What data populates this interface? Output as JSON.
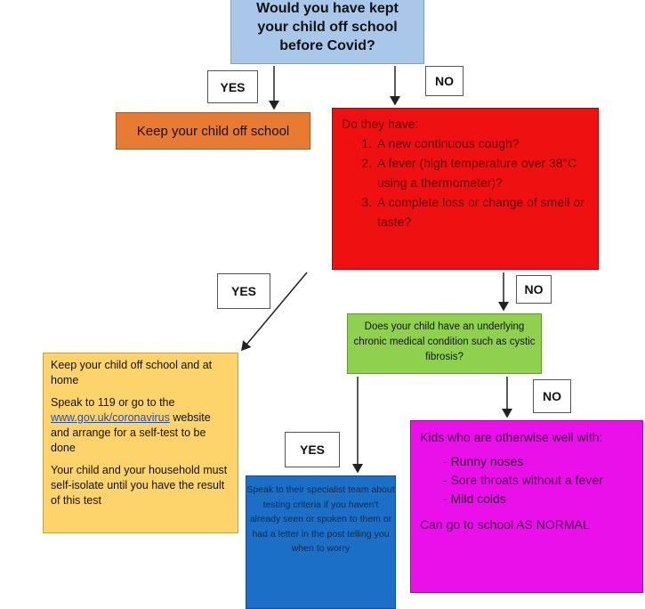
{
  "top_question": {
    "line1": "Would you have kept",
    "line2": "your child off school",
    "line3": "before Covid?"
  },
  "labels": {
    "yes_top": "YES",
    "no_top": "NO",
    "yes_mid": "YES",
    "no_mid": "NO",
    "no_low": "NO",
    "yes_low": "YES"
  },
  "keep_off": "Keep your child off school",
  "symptoms": {
    "heading": "Do they have:",
    "items": [
      "A new continuous cough?",
      "A fever (high temperature over 38°C using a thermometer)?",
      "A complete loss or change of smell or taste?"
    ]
  },
  "chronic_question": "Does your child have an underlying chronic medical condition such as cystic fibrosis?",
  "keep_home": {
    "p1": "Keep your child off school and at home",
    "p2_prefix": "Speak to 119 or go to the",
    "p2_link": "www.gov.uk/coronavirus",
    "p2_suffix": "website and arrange for a self-test to be done",
    "p3": "Your child and your household must self-isolate until you have the result of this test"
  },
  "specialist": "Speak to their specialist team about testing criteria if you haven't already seen or spoken to them or had a letter in the post telling you when to worry",
  "normal": {
    "intro": "Kids who are otherwise well with:",
    "items": [
      "Runny noses",
      "Sore throats without a fever",
      "Mild colds"
    ],
    "outro": "Can go to school AS NORMAL"
  },
  "colors": {
    "question": "#a9c7e8",
    "keep_off": "#e77b34",
    "symptoms": "#ef1111",
    "chronic": "#8fd14f",
    "keep_home": "#fdd36b",
    "specialist": "#1c6fc6",
    "normal": "#ea10ea"
  }
}
